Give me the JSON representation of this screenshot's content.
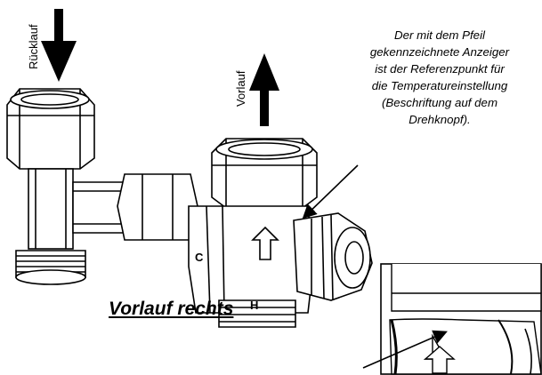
{
  "labels": {
    "return_flow": "Rücklauf",
    "supply_flow": "Vorlauf",
    "caption": "Vorlauf rechts"
  },
  "note": {
    "line1": "Der mit dem Pfeil",
    "line2": "gekennzeichnete Anzeiger",
    "line3": "ist der Referenzpunkt für",
    "line4": "die Temperatureinstellung",
    "line5": "(Beschriftung auf dem",
    "line6": "Drehknopf)."
  },
  "valve_markings": {
    "setting_letter": "C",
    "port_letter": "H"
  },
  "colors": {
    "ink": "#000000",
    "paper": "#ffffff",
    "shade": "#d9d9d9"
  }
}
